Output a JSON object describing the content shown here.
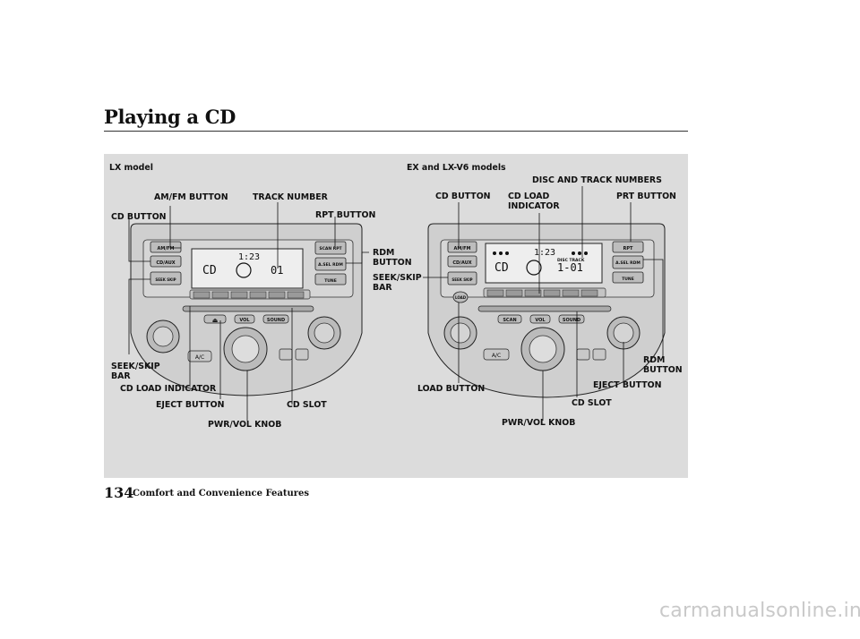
{
  "page": {
    "title": "Playing a CD",
    "page_number": "134",
    "footer": "Comfort and Convenience Features",
    "watermark": "carmanualsonline.info"
  },
  "lx": {
    "heading": "LX model",
    "labels": {
      "amfm_button": "AM/FM BUTTON",
      "track_number": "TRACK NUMBER",
      "cd_button": "CD BUTTON",
      "rpt_button": "RPT BUTTON",
      "rdm_button": "RDM\nBUTTON",
      "seek_skip_bar": "SEEK/SKIP\nBAR",
      "cd_load_indicator": "CD LOAD INDICATOR",
      "eject_button": "EJECT BUTTON",
      "cd_slot": "CD SLOT",
      "pwr_vol_knob": "PWR/VOL KNOB"
    },
    "display": {
      "left": "CD",
      "track": "1:23",
      "right": "01"
    },
    "buttons": [
      "AM/FM",
      "CD/AUX",
      "SEEK SKIP",
      "SCAN RPT",
      "A.SEL RDM",
      "TUNE",
      "VOL",
      "SOUND",
      "A/C"
    ]
  },
  "ex": {
    "heading": "EX and LX-V6 models",
    "labels": {
      "disc_track_numbers": "DISC AND TRACK NUMBERS",
      "cd_button": "CD BUTTON",
      "cd_load_indicator": "CD LOAD\nINDICATOR",
      "prt_button": "PRT BUTTON",
      "seek_skip_bar": "SEEK/SKIP\nBAR",
      "rdm_button": "RDM\nBUTTON",
      "eject_button": "EJECT BUTTON",
      "load_button": "LOAD BUTTON",
      "cd_slot": "CD SLOT",
      "pwr_vol_knob": "PWR/VOL KNOB"
    },
    "display": {
      "left": "CD",
      "track": "1:23",
      "right": "1-01",
      "sub": "DISC TRACK"
    },
    "buttons": [
      "AM/FM",
      "CD/AUX",
      "SEEK SKIP",
      "RPT",
      "A.SEL RDM",
      "TUNE",
      "LOAD",
      "SCAN",
      "VOL",
      "SOUND",
      "A/C"
    ]
  }
}
